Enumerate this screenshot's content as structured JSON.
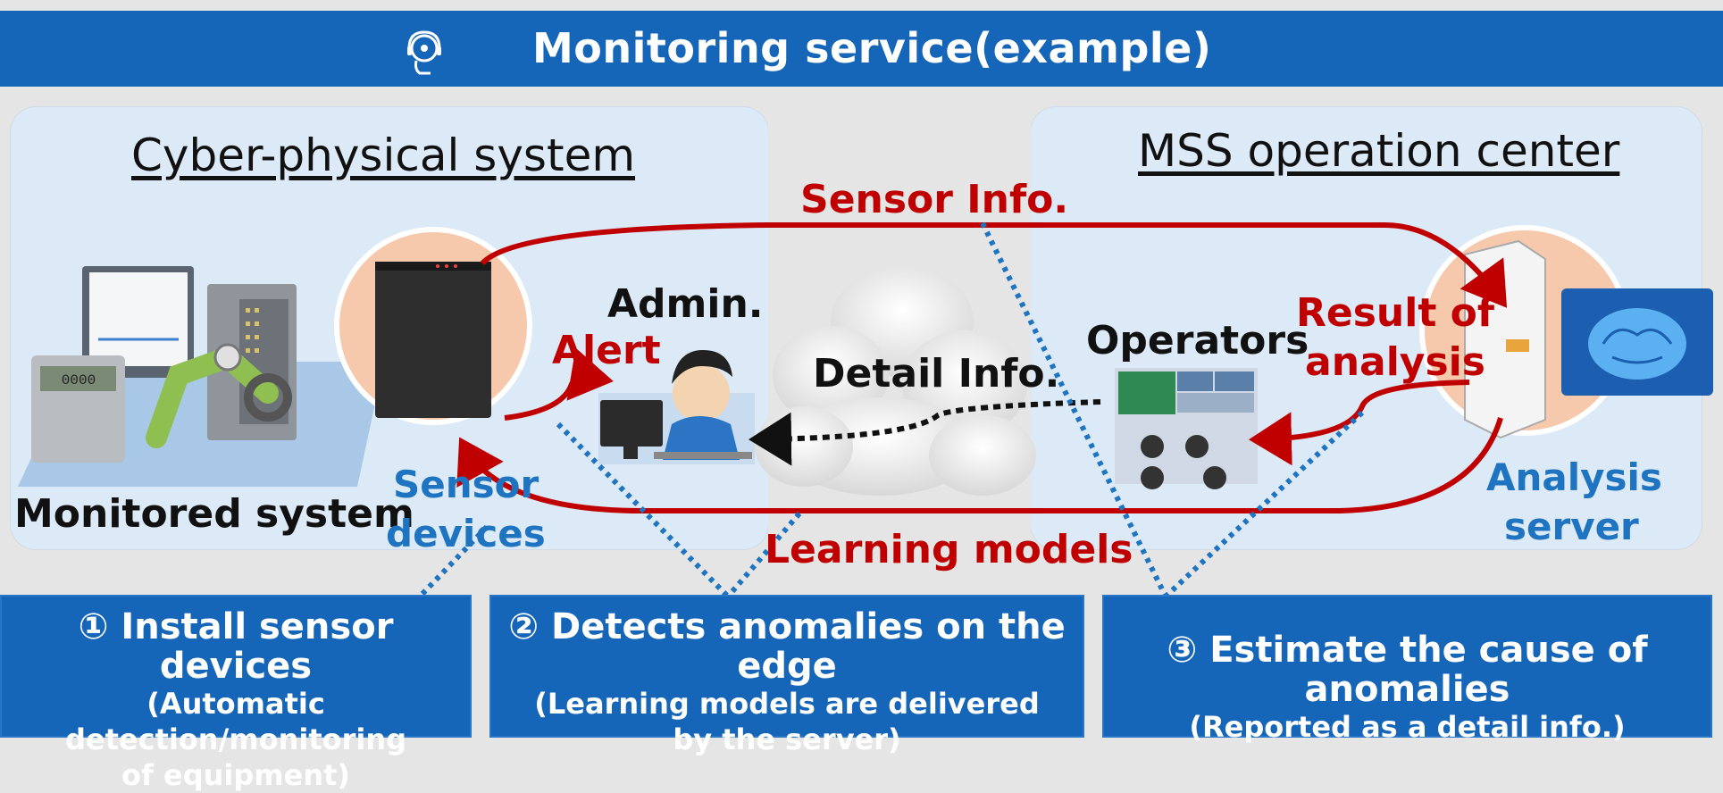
{
  "header": {
    "title": "Monitoring service(example)",
    "icon": "headset-operator-icon"
  },
  "left_panel": {
    "title": "Cyber-physical system",
    "monitored_system_label": "Monitored system",
    "sensor_devices_label_line1": "Sensor",
    "sensor_devices_label_line2": "devices",
    "admin_label": "Admin.",
    "alert_label": "Alert"
  },
  "middle": {
    "sensor_info_label": "Sensor Info.",
    "detail_info_label": "Detail Info.",
    "learning_models_label": "Learning models"
  },
  "right_panel": {
    "title": "MSS operation center",
    "operators_label": "Operators",
    "result_label_line1": "Result of",
    "result_label_line2": "analysis",
    "analysis_server_line1": "Analysis",
    "analysis_server_line2": "server"
  },
  "steps": [
    {
      "title": "① Install sensor devices",
      "sub1": "(Automatic detection/monitoring",
      "sub2": "of equipment)"
    },
    {
      "title": "② Detects anomalies on the edge",
      "sub1": "(Learning models are delivered",
      "sub2": "by the server)"
    },
    {
      "title": "③ Estimate the cause of anomalies",
      "sub1": "(Reported as a detail info.)",
      "sub2": ""
    }
  ],
  "colors": {
    "header_bg": "#1565b8",
    "panel_bg": "#dce9f6",
    "arrow_red": "#c00000",
    "label_blue": "#1e74c0",
    "dotted_blue": "#1e74c0"
  }
}
